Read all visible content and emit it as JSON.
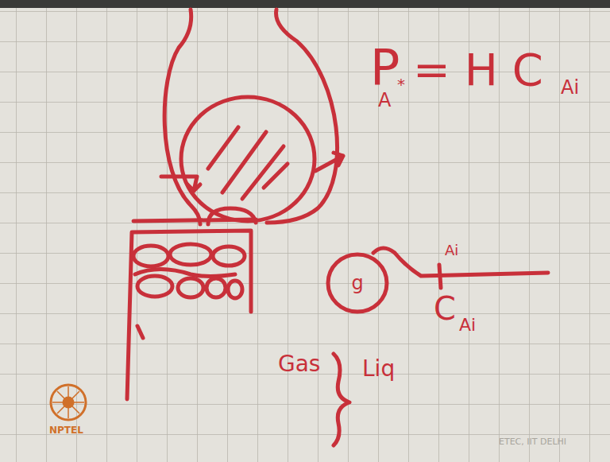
{
  "diagram": {
    "nodes": [
      {
        "text": [
          "g"
        ]
      }
    ],
    "labels": [
      "P",
      "*",
      "A",
      "= H C",
      "Ai",
      "Ai",
      "C",
      "Ai",
      "Gas",
      "Liq",
      "NPTEL",
      "ETEC, IIT DELHI"
    ]
  }
}
